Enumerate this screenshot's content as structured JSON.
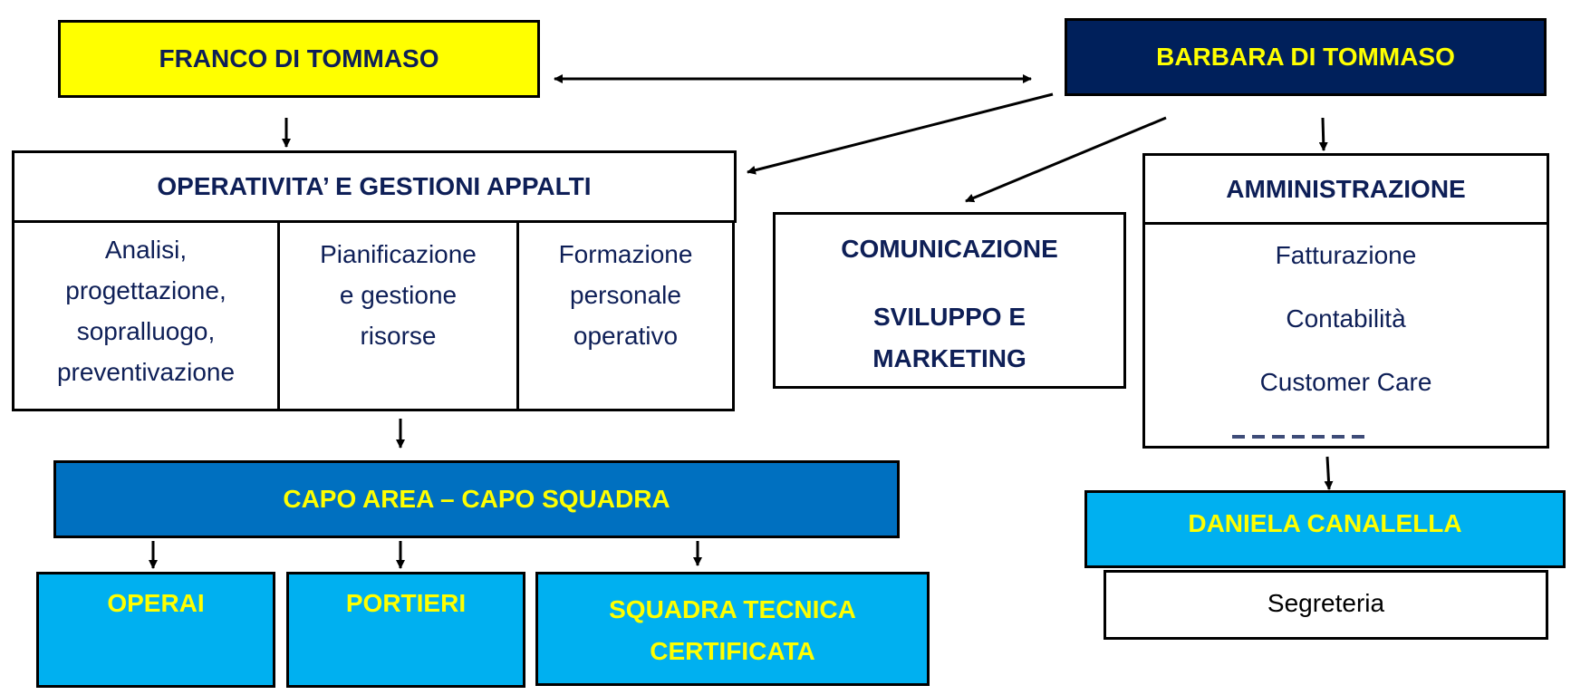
{
  "colors": {
    "yellow": "#ffff00",
    "navy": "#00205b",
    "dark_blue": "#0070c0",
    "light_blue": "#00b0f0",
    "text_navy": "#0e1f57"
  },
  "nodes": {
    "franco": "FRANCO DI TOMMASO",
    "barbara": "BARBARA DI TOMMASO",
    "operativita": {
      "title": "OPERATIVITA’ E GESTIONI APPALTI",
      "columns": [
        [
          "Analisi,",
          "progettazione,",
          "sopralluogo,",
          "preventivazione"
        ],
        [
          "Pianificazione",
          "e gestione",
          "risorse"
        ],
        [
          "Formazione",
          "personale",
          "operativo"
        ]
      ]
    },
    "comunicazione": {
      "line1": "COMUNICAZIONE",
      "line2": "SVILUPPO E",
      "line3": "MARKETING"
    },
    "amministrazione": {
      "title": "AMMINISTRAZIONE",
      "items": [
        "Fatturazione",
        "Contabilità",
        "Customer Care"
      ]
    },
    "capo_area": "CAPO AREA – CAPO SQUADRA",
    "operai": "OPERAI",
    "portieri": "PORTIERI",
    "squadra": {
      "line1": "SQUADRA TECNICA",
      "line2": "CERTIFICATA"
    },
    "daniela": "DANIELA CANALELLA",
    "segreteria": "Segreteria"
  }
}
